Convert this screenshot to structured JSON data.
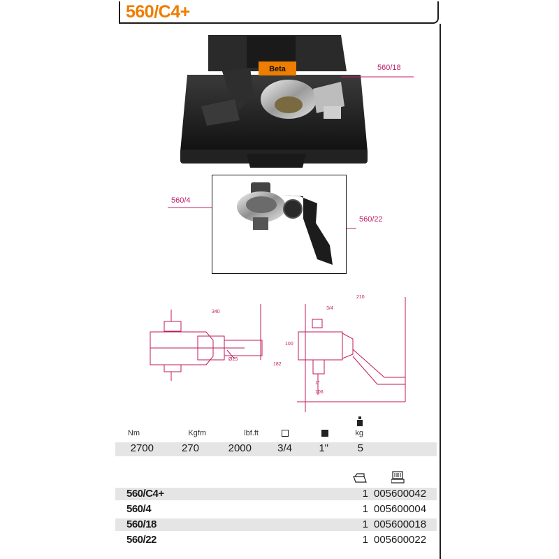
{
  "header": {
    "title": "560/C4+"
  },
  "callouts": {
    "case_item": "560/18",
    "head_item": "560/4",
    "arm_item": "560/22"
  },
  "photo": {
    "case_brand": "Beta"
  },
  "drawing": {
    "dim_340": "340",
    "dim_25": "Ø25",
    "dim_210": "210",
    "dim_3_4": "3/4",
    "dim_100": "100",
    "dim_182": "182",
    "dim_1in": "1\"",
    "dim_106": "106"
  },
  "specs": {
    "headers": [
      "Nm",
      "Kgfm",
      "lbf.ft",
      "",
      "",
      "kg"
    ],
    "values": [
      "2700",
      "270",
      "2000",
      "3/4",
      "1\"",
      "5"
    ],
    "icons": [
      "square-outline-icon",
      "square-filled-icon",
      "weight-icon"
    ]
  },
  "parts": {
    "column_icons": [
      "case-icon",
      "barcode-icon"
    ],
    "rows": [
      {
        "code": "560/C4+",
        "qty": "1",
        "number": "005600042"
      },
      {
        "code": "560/4",
        "qty": "1",
        "number": "005600004"
      },
      {
        "code": "560/18",
        "qty": "1",
        "number": "005600018"
      },
      {
        "code": "560/22",
        "qty": "1",
        "number": "005600022"
      }
    ]
  },
  "colors": {
    "title": "#ee7d00",
    "callout": "#c0206a",
    "shade": "#e5e5e5",
    "drawing": "#c2185b"
  }
}
